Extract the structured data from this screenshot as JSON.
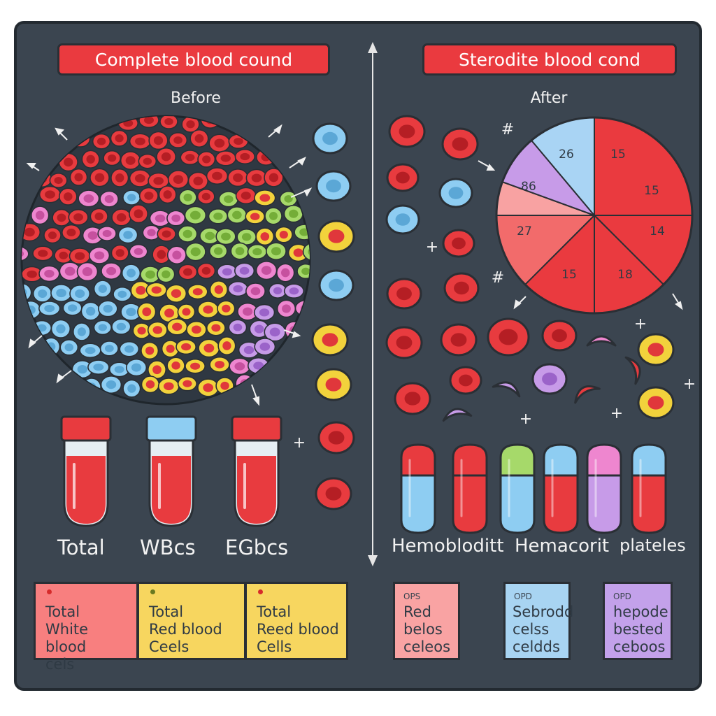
{
  "left": {
    "banner": "Complete blood cound",
    "subtitle": "Before",
    "labels": [
      "Total",
      "WBcs",
      "EGbcs"
    ],
    "cards": [
      {
        "lines": [
          "Total",
          "White blood",
          "cels"
        ],
        "color": "#f87f7f"
      },
      {
        "lines": [
          "Total",
          "Red blood",
          "Ceels"
        ],
        "color": "#f7d65f"
      },
      {
        "lines": [
          "Total",
          "Reed blood",
          "Cells"
        ],
        "color": "#f7d65f"
      }
    ]
  },
  "right": {
    "banner": "Sterodite blood cond",
    "subtitle": "After",
    "labels": [
      "Hemobloditt",
      "Hemacorit",
      "plateles"
    ],
    "cards": [
      {
        "tag": "OPS",
        "lines": [
          "Red",
          "belos",
          "celeos"
        ],
        "color": "#f9a3a3"
      },
      {
        "tag": "OPD",
        "lines": [
          "Sebrodd",
          "celss",
          "celdds"
        ],
        "color": "#a8d4f2"
      },
      {
        "tag": "OPD",
        "lines": [
          "hepode",
          "bested",
          "ceboos"
        ],
        "color": "#c3a1ea"
      }
    ]
  },
  "pie_labels": [
    "15",
    "15",
    "14",
    "18",
    "15",
    "27",
    "86",
    "26"
  ],
  "markers": [
    "#",
    "+"
  ],
  "colors": {
    "panel": "#3b4550",
    "red": "#ea3a3f",
    "blue": "#8ecdf2",
    "yellow": "#f2d23c",
    "purple": "#c79be8",
    "pink": "#f08ad0",
    "green": "#a6d96a"
  }
}
